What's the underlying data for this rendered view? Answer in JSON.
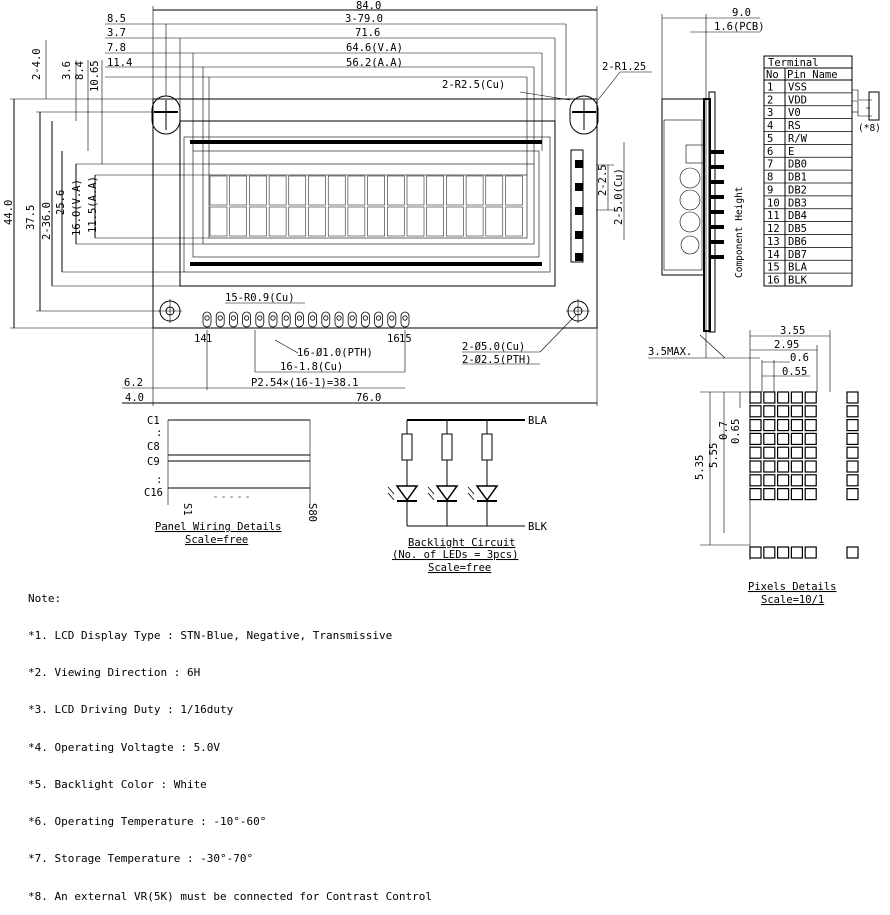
{
  "front": {
    "dims_top": [
      "84.0",
      "8.5",
      "3-79.0",
      "3.7",
      "71.6",
      "7.8",
      "64.6(V.A)",
      "11.4",
      "56.2(A.A)"
    ],
    "dims_left_top": [
      "2-4.0",
      "3.6",
      "8.4",
      "10.65"
    ],
    "dims_left": [
      "44.0",
      "37.5",
      "2-36.0",
      "25.6",
      "16.0(V.A)",
      "11.5(A.A)"
    ],
    "r125": "2-R1.25",
    "r25": "2-R2.5(Cu)",
    "dim25": "2-2.5",
    "dim50": "2-5.0(Cu)",
    "pads": "15-R0.9(Cu)",
    "pin_left": "14",
    "pin_mid": "1",
    "pin_right": "16",
    "pin_right2": "15",
    "hole_pth": "16-Ø1.0(PTH)",
    "pad_18": "16-1.8(Cu)",
    "pitch": "P2.54×(16-1)=38.1",
    "d62": "6.2",
    "d40": "4.0",
    "d760": "76.0",
    "hole_cu": "2-Ø5.0(Cu)",
    "hole_pth2": "2-Ø2.5(PTH)"
  },
  "side": {
    "d90": "9.0",
    "pcb": "1.6(PCB)",
    "comp_height": "Component Height",
    "max": "3.5MAX."
  },
  "terminal": {
    "title": "Terminal",
    "col_no": "No",
    "col_name": "Pin Name",
    "rows": [
      [
        "1",
        "VSS"
      ],
      [
        "2",
        "VDD"
      ],
      [
        "3",
        "V0"
      ],
      [
        "4",
        "RS"
      ],
      [
        "5",
        "R/W"
      ],
      [
        "6",
        "E"
      ],
      [
        "7",
        "DB0"
      ],
      [
        "8",
        "DB1"
      ],
      [
        "9",
        "DB2"
      ],
      [
        "10",
        "DB3"
      ],
      [
        "11",
        "DB4"
      ],
      [
        "12",
        "DB5"
      ],
      [
        "13",
        "DB6"
      ],
      [
        "14",
        "DB7"
      ],
      [
        "15",
        "BLA"
      ],
      [
        "16",
        "BLK"
      ]
    ],
    "vr_note": "(*8)"
  },
  "wiring": {
    "c1": "C1",
    "dot": ":",
    "c8": "C8",
    "c9": "C9",
    "c16": "C16",
    "s1": "S1",
    "s80": "S80",
    "title": "Panel Wiring Details",
    "scale": "Scale=free"
  },
  "backlight": {
    "bla": "BLA",
    "blk": "BLK",
    "title": "Backlight Circuit",
    "sub": "(No. of LEDs = 3pcs)",
    "scale": "Scale=free"
  },
  "pixels": {
    "d355": "3.55",
    "d295": "2.95",
    "d06": "0.6",
    "d055": "0.55",
    "d07": "0.7",
    "d065": "0.65",
    "d535": "5.35",
    "d555": "5.55",
    "title": "Pixels Details",
    "scale": "Scale=10/1"
  },
  "notes": {
    "heading": "Note:",
    "items": [
      "*1. LCD Display Type : STN-Blue, Negative, Transmissive",
      "*2. Viewing Direction : 6H",
      "*3. LCD Driving Duty : 1/16duty",
      "*4. Operating Voltagte : 5.0V",
      "*5. Backlight Color : White",
      "*6. Operating Temperature : -10°-60°",
      "*7. Storage Temperature : -30°-70°",
      "*8. An external VR(5K) must be connected for Contrast Control"
    ]
  }
}
